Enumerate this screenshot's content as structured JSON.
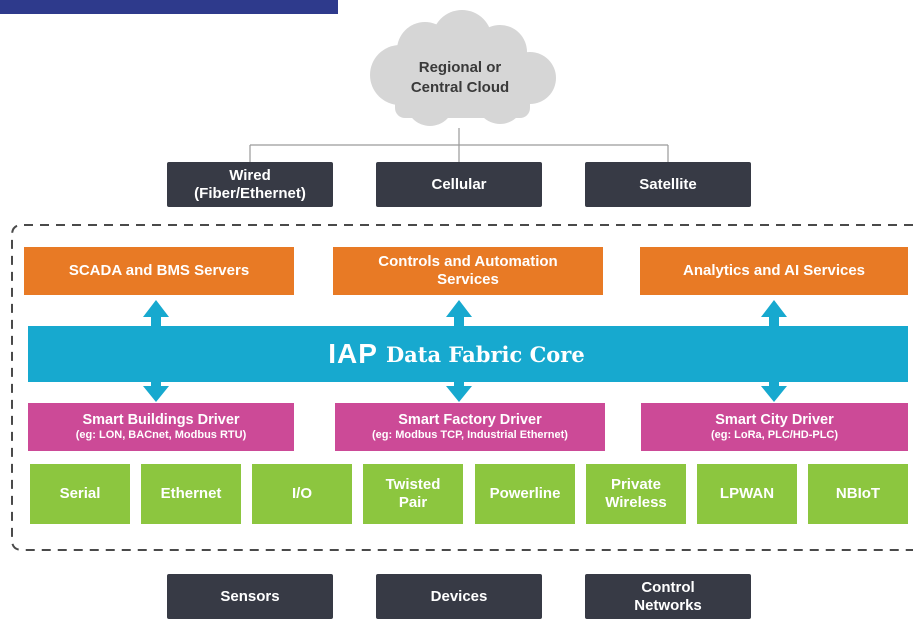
{
  "cloud": {
    "label": "Regional or\nCentral Cloud"
  },
  "connectivity": [
    "Wired\n(Fiber/Ethernet)",
    "Cellular",
    "Satellite"
  ],
  "services": [
    "SCADA and BMS Servers",
    "Controls and Automation\nServices",
    "Analytics and AI Services"
  ],
  "core": {
    "logo": "IAP",
    "label": "Data Fabric Core"
  },
  "drivers": [
    {
      "title": "Smart Buildings Driver",
      "subtitle": "(eg: LON, BACnet, Modbus RTU)"
    },
    {
      "title": "Smart Factory Driver",
      "subtitle": "(eg: Modbus TCP, Industrial Ethernet)"
    },
    {
      "title": "Smart City Driver",
      "subtitle": "(eg: LoRa, PLC/HD-PLC)"
    }
  ],
  "interfaces": [
    "Serial",
    "Ethernet",
    "I/O",
    "Twisted\nPair",
    "Powerline",
    "Private\nWireless",
    "LPWAN",
    "NBIoT"
  ],
  "endpoints": [
    "Sensors",
    "Devices",
    "Control\nNetworks"
  ],
  "colors": {
    "dark": "#373a45",
    "orange": "#e87a25",
    "pink": "#cc4a97",
    "green": "#8cc63f",
    "core": "#17a9cf",
    "cloud": "#d6d6d6",
    "topbar": "#2e3a8c"
  }
}
